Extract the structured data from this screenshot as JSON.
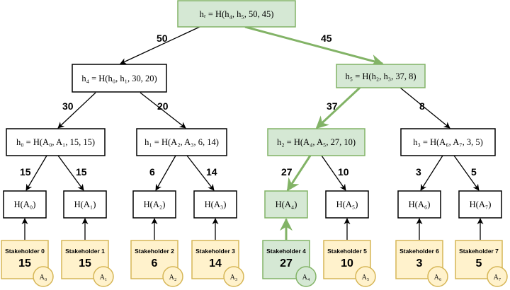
{
  "colors": {
    "highlight_fill": "#d5e8d4",
    "highlight_stroke": "#82b366",
    "stakeholder_fill": "#fff2cc",
    "stakeholder_stroke": "#d6b656",
    "default_fill": "#ffffff",
    "default_stroke": "#000000"
  },
  "root": {
    "label": "hᵣ = H(h₄, h₅, 50, 45)"
  },
  "internal": [
    {
      "id": "h4",
      "label": "h₄ = H(h₀, h₁, 30, 20)"
    },
    {
      "id": "h5",
      "label": "h₅ = H(h₂, h₃, 37, 8)"
    },
    {
      "id": "h0",
      "label": "h₀ = H(A₀, A₁, 15, 15)"
    },
    {
      "id": "h1",
      "label": "h₁ = H(A₂, A₃, 6, 14)"
    },
    {
      "id": "h2",
      "label": "h₂ = H(A₄, A₅, 27, 10)"
    },
    {
      "id": "h3",
      "label": "h₃ = H(A₆, A₇, 3, 5)"
    }
  ],
  "leaves": [
    {
      "label": "H(A₀)"
    },
    {
      "label": "H(A₁)"
    },
    {
      "label": "H(A₂)"
    },
    {
      "label": "H(A₃)"
    },
    {
      "label": "H(A₄)"
    },
    {
      "label": "H(A₅)"
    },
    {
      "label": "H(A₆)"
    },
    {
      "label": "H(A₇)"
    }
  ],
  "stakeholders": [
    {
      "name": "Stakeholder 0",
      "stake": "15",
      "address": "A₀"
    },
    {
      "name": "Stakeholder 1",
      "stake": "15",
      "address": "A₁"
    },
    {
      "name": "Stakeholder 2",
      "stake": "6",
      "address": "A₂"
    },
    {
      "name": "Stakeholder 3",
      "stake": "14",
      "address": "A₃"
    },
    {
      "name": "Stakeholder 4",
      "stake": "27",
      "address": "A₄"
    },
    {
      "name": "Stakeholder 5",
      "stake": "10",
      "address": "A₅"
    },
    {
      "name": "Stakeholder 6",
      "stake": "3",
      "address": "A₆"
    },
    {
      "name": "Stakeholder 7",
      "stake": "5",
      "address": "A₇"
    }
  ],
  "edge_weights": {
    "root_h4": "50",
    "root_h5": "45",
    "h4_h0": "30",
    "h4_h1": "20",
    "h5_h2": "37",
    "h5_h3": "8",
    "h0_l0": "15",
    "h0_l1": "15",
    "h1_l2": "6",
    "h1_l3": "14",
    "h2_l4": "27",
    "h2_l5": "10",
    "h3_l6": "3",
    "h3_l7": "5"
  },
  "highlighted_path": [
    "root",
    "h5",
    "h2",
    "leaf4",
    "stakeholder4"
  ]
}
